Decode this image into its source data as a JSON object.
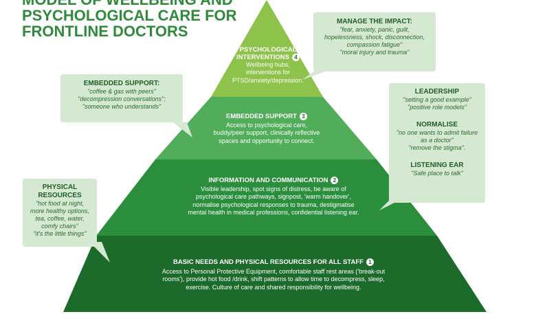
{
  "title": {
    "lines": [
      "Model of wellbeing and",
      "psychological care for",
      "frontline doctors"
    ]
  },
  "tiers": [
    {
      "number": "4",
      "heading_lines": [
        "Psychological",
        "interventions"
      ],
      "body_lines": [
        "Wellbeing hubs,",
        "interventions for",
        "PTSD/anxiety/depression."
      ]
    },
    {
      "number": "3",
      "heading_lines": [
        "Embedded support"
      ],
      "body_lines": [
        "Access to psychological care,",
        "buddy/peer support, clinically reflective",
        "spaces and opportunity to connect."
      ]
    },
    {
      "number": "2",
      "heading_lines": [
        "Information and communication"
      ],
      "body_lines": [
        "Visible leadership, spot signs of distress, be aware of",
        "psychological care pathways, signpost, 'warm handover',",
        "normalise psychological responses to trauma, destigmatise",
        "mental health in medical professions, confidential listening ear."
      ]
    },
    {
      "number": "1",
      "heading_lines": [
        "Basic needs and physical resources for all staff"
      ],
      "body_lines": [
        "Access to Personal Protective Equipment, comfortable staff rest areas ('break-out",
        "rooms'), provide hot food /drink, shift patterns to allow time to decompress, sleep,",
        "exercise. Culture of care and shared responsibility for wellbeing."
      ]
    }
  ],
  "callouts": {
    "manage_impact": {
      "heading": "Manage the impact:",
      "lines": [
        "\"fear, anxiety, panic, guilt,",
        "hopelessness, shock, disconnection,",
        "compassion fatigue\"",
        "\"moral injury and trauma\""
      ]
    },
    "embedded_support": {
      "heading": "Embedded support:",
      "lines": [
        "\"coffee & gas with peers\"",
        "\"decompression conversations\";",
        "\"someone who understands\""
      ]
    },
    "physical_resources": {
      "heading_lines": [
        "Physical",
        "resources"
      ],
      "lines": [
        "\"hot food at night,",
        "more healthy options,",
        "tea, coffee, water,",
        "comfy chairs\"",
        "\"it's the little things\""
      ]
    },
    "right_panel": {
      "leadership": {
        "heading": "Leadership",
        "lines": [
          "\"setting a good example\"",
          "\"positive role models\""
        ]
      },
      "normalise": {
        "heading": "Normalise",
        "lines": [
          "\"no one wants to admit failure",
          "as a doctor\"",
          "\"remove the stigma\"."
        ]
      },
      "listening_ear": {
        "heading": "Listening ear",
        "lines": [
          "\"Safe place to talk\""
        ]
      }
    }
  },
  "colors": {
    "title": "#2f8a3c",
    "tier4": "#8dc34a",
    "tier3": "#52ad5a",
    "tier2": "#2b8e3d",
    "tier1": "#1d6b2b",
    "callout_bg": "#d5e8d2",
    "callout_text": "#2a6b2f"
  }
}
